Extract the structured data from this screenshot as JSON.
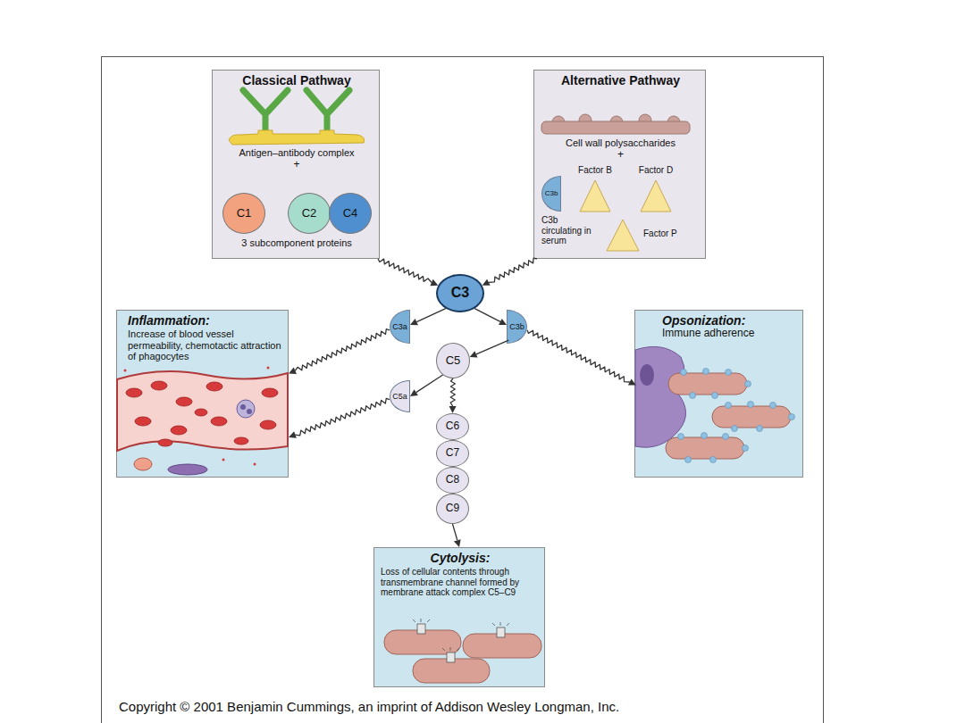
{
  "diagram": {
    "nodes": [
      {
        "text": [
          "Classical Pathway",
          "Antigen–antibody complex",
          "+",
          "3 subcomponent proteins"
        ]
      },
      {
        "text": [
          "C1"
        ],
        "in": 0
      },
      {
        "text": [
          "C2"
        ],
        "in": 0
      },
      {
        "text": [
          "C4"
        ],
        "in": 0
      },
      {
        "text": [
          "Alternative Pathway",
          "Cell wall polysaccharides",
          "+",
          "C3b circulating in serum"
        ]
      },
      {
        "text": [
          "C3b"
        ],
        "in": 4
      },
      {
        "text": [
          "Factor B"
        ],
        "in": 4
      },
      {
        "text": [
          "Factor D"
        ],
        "in": 4
      },
      {
        "text": [
          "Factor P"
        ],
        "in": 4
      },
      {
        "text": [
          "C3"
        ]
      },
      {
        "text": [
          "Inflammation:",
          "Increase of blood vessel permeability, chemotactic attraction of phagocytes"
        ]
      },
      {
        "text": [
          "C3a"
        ]
      },
      {
        "text": [
          "C3b"
        ]
      },
      {
        "text": [
          "Opsonization:",
          "Immune adherence"
        ]
      },
      {
        "text": [
          "C5"
        ]
      },
      {
        "text": [
          "C5a"
        ]
      },
      {
        "text": [
          "C6"
        ]
      },
      {
        "text": [
          "C7"
        ]
      },
      {
        "text": [
          "C8"
        ]
      },
      {
        "text": [
          "C9"
        ]
      },
      {
        "text": [
          "Cytolysis:",
          "Loss of cellular contents through transmembrane channel formed by membrane attack complex C5–C9"
        ]
      }
    ],
    "edges": [
      {
        "from": 0,
        "to": 9,
        "arrow": "to"
      },
      {
        "from": 4,
        "to": 9,
        "arrow": "to"
      },
      {
        "from": 9,
        "to": 11,
        "arrow": "to"
      },
      {
        "from": 9,
        "to": 12,
        "arrow": "to"
      },
      {
        "from": 11,
        "to": 10,
        "arrow": "to"
      },
      {
        "from": 12,
        "to": 13,
        "arrow": "to"
      },
      {
        "from": 12,
        "to": 14,
        "arrow": "to"
      },
      {
        "from": 14,
        "to": 15,
        "arrow": "to"
      },
      {
        "from": 15,
        "to": 10,
        "arrow": "to"
      },
      {
        "from": 14,
        "to": 16,
        "arrow": "to"
      },
      {
        "from": 19,
        "to": 20,
        "arrow": "to"
      }
    ],
    "labels": [
      "Copyright © 2001 Benjamin Cummings, an imprint of Addison Wesley Longman, Inc."
    ]
  }
}
